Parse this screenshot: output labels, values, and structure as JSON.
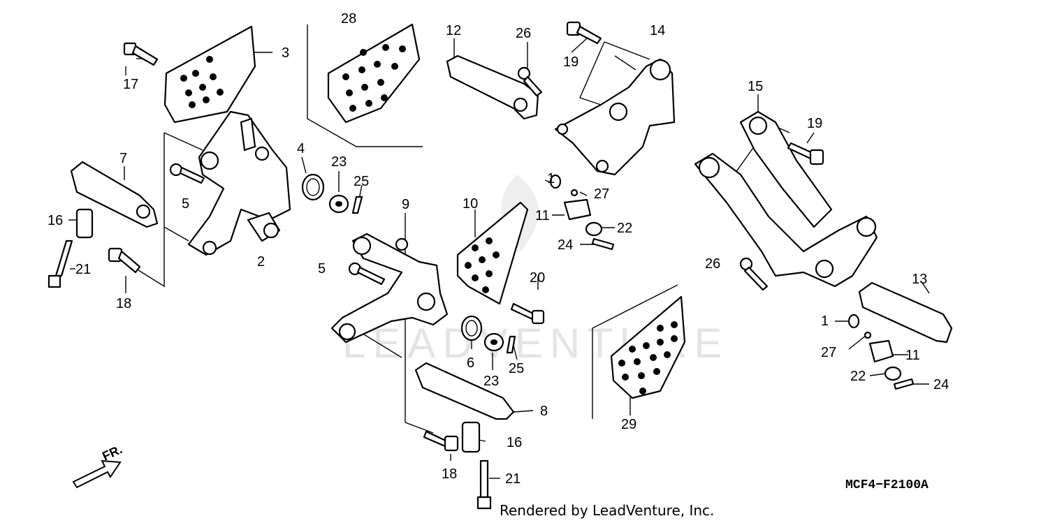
{
  "diagram": {
    "code": "MCF4−F2100A",
    "credit": "Rendered by LeadVenture, Inc.",
    "watermark": "LEADVENTURE",
    "direction_label": "FR.",
    "callouts": [
      "1",
      "1",
      "2",
      "3",
      "4",
      "5",
      "5",
      "6",
      "7",
      "8",
      "9",
      "10",
      "11",
      "11",
      "12",
      "13",
      "14",
      "15",
      "16",
      "16",
      "17",
      "18",
      "18",
      "19",
      "19",
      "20",
      "21",
      "21",
      "22",
      "22",
      "23",
      "23",
      "24",
      "24",
      "25",
      "25",
      "26",
      "26",
      "27",
      "27",
      "28",
      "29"
    ]
  }
}
